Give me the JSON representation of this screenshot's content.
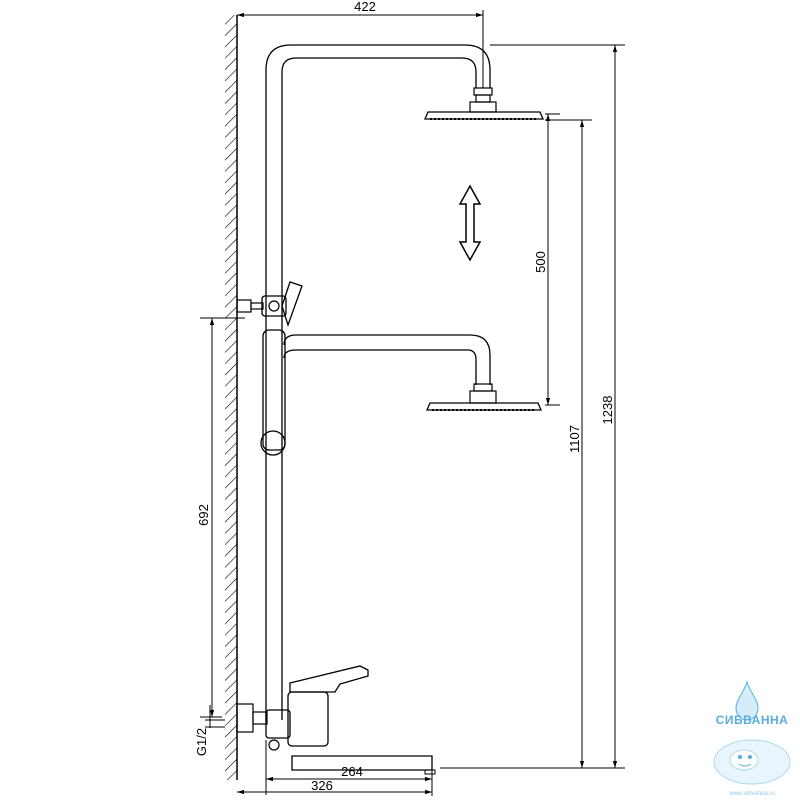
{
  "drawing": {
    "dimensions": {
      "top_width": "422",
      "slide_travel": "500",
      "total_height": "1238",
      "head_height": "1107",
      "inlet_height": "692",
      "thread": "G1/2",
      "spout_length": "264",
      "mixer_projection": "326"
    }
  },
  "watermark": {
    "brand": "СИБВАННА",
    "url": "www.sibvanna.ru",
    "colors": {
      "primary": "#3aa0d8",
      "light": "#bfe3f6"
    }
  }
}
